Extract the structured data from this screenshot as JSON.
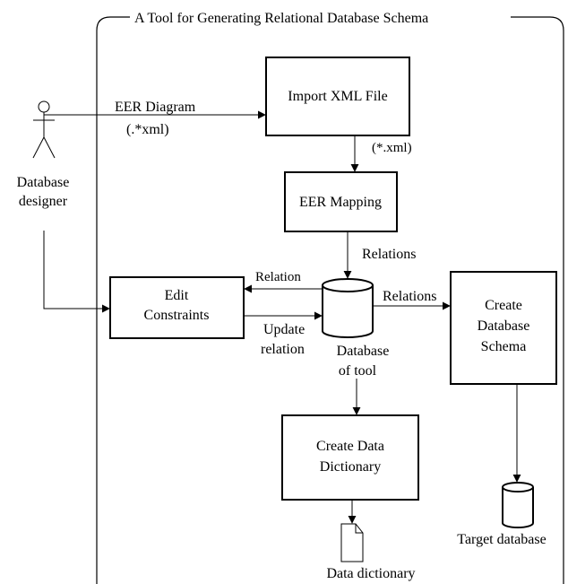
{
  "title": "A Tool for Generating Relational Database Schema",
  "actor": {
    "line1": "Database",
    "line2": "designer"
  },
  "processes": {
    "import_xml": "Import XML File",
    "eer_mapping": "EER Mapping",
    "edit_constraints": {
      "line1": "Edit",
      "line2": "Constraints"
    },
    "create_schema": {
      "line1": "Create",
      "line2": "Database",
      "line3": "Schema"
    },
    "create_dictionary": {
      "line1": "Create Data",
      "line2": "Dictionary"
    }
  },
  "stores": {
    "tool_db": {
      "line1": "Database",
      "line2": "of tool"
    },
    "target_db": "Target database",
    "data_dictionary": "Data dictionary"
  },
  "flows": {
    "eer_diagram": {
      "line1": "EER Diagram",
      "line2": "(.*xml)"
    },
    "xml": "(*.xml)",
    "relations_down": "Relations",
    "relation_left": "Relation",
    "update_relation": {
      "line1": "Update",
      "line2": "relation"
    },
    "relations_right": "Relations"
  }
}
